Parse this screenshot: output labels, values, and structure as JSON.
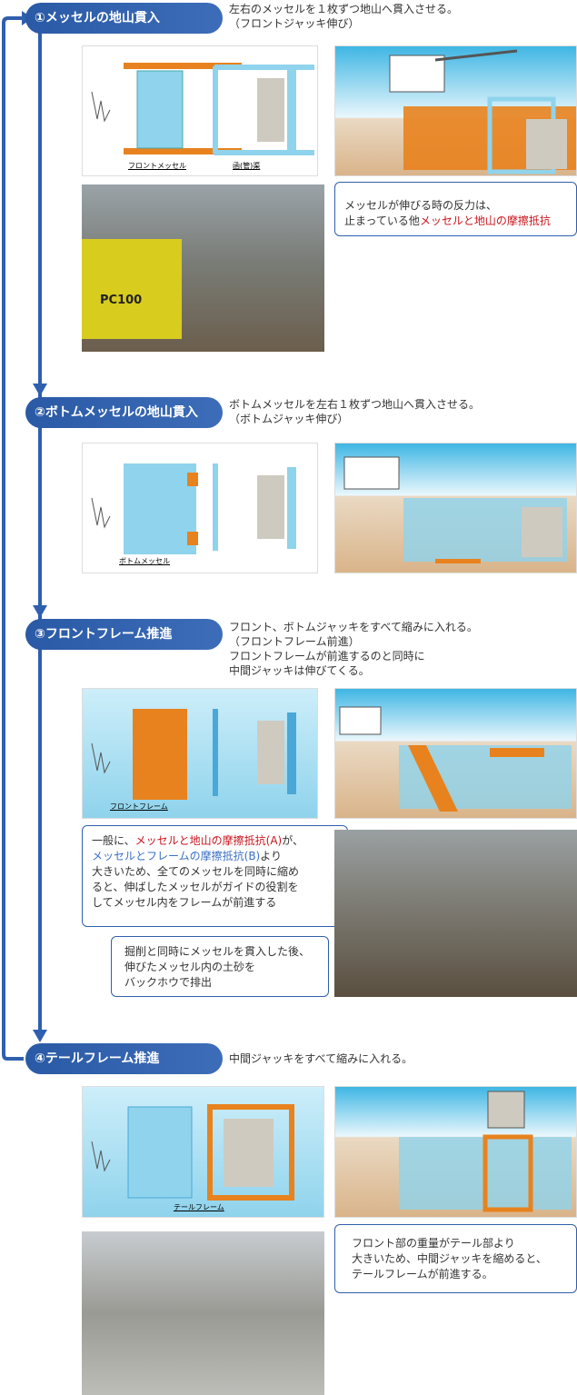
{
  "steps": [
    {
      "title": "①メッセルの地山貫入",
      "desc": "左右のメッセルを１枚ずつ地山へ貫入させる。\n（フロントジャッキ伸び）",
      "labels": [
        "フロントメッセル",
        "函(管)渠"
      ]
    },
    {
      "title": "②ボトムメッセルの地山貫入",
      "desc": "ボトムメッセルを左右１枚ずつ地山へ貫入させる。\n（ボトムジャッキ伸び）",
      "labels": [
        "ボトムメッセル"
      ]
    },
    {
      "title": "③フロントフレーム推進",
      "desc": "フロント、ボトムジャッキをすべて縮みに入れる。\n（フロントフレーム前進）\nフロントフレームが前進するのと同時に\n中間ジャッキは伸びてくる。",
      "labels": [
        "フロントフレーム"
      ]
    },
    {
      "title": "④テールフレーム推進",
      "desc": "中間ジャッキをすべて縮みに入れる。",
      "labels": [
        "テールフレーム"
      ]
    }
  ],
  "callouts": {
    "c1": {
      "line1": "メッセルが伸びる時の反力は、",
      "line2a": "止まっている他",
      "line2b": "メッセルと地山の摩擦抵抗"
    },
    "c3": {
      "a": "一般に、",
      "b": "メッセルと地山の摩擦抵抗(A)",
      "c": "が、",
      "d": "メッセルとフレームの摩擦抵抗(B)",
      "e": "より",
      "f": "大きいため、全てのメッセルを同時に縮め",
      "g": "ると、伸ばしたメッセルがガイドの役割を",
      "h": "してメッセル内をフレームが前進する"
    },
    "c3b": {
      "text": "掘削と同時にメッセルを貫入した後、\n伸びたメッセル内の土砂を\nバックホウで排出"
    },
    "c4": {
      "text": "フロント部の重量がテール部より\n大きいため、中間ジャッキを縮めると、\nテールフレームが前進する。"
    }
  },
  "photo_text": {
    "pc": "PC100"
  },
  "colors": {
    "accent": "#2f5fae",
    "orange": "#e8821e",
    "lightblue": "#8fd3ec",
    "red": "#c8161d"
  }
}
